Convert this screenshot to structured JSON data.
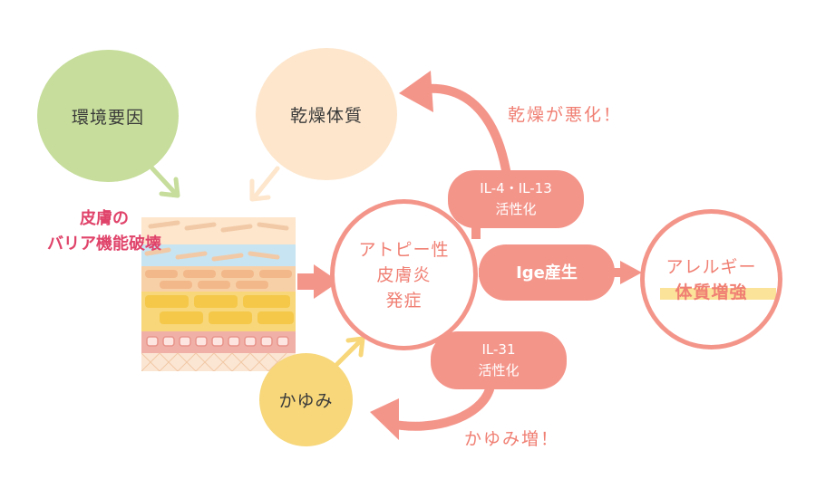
{
  "nodes": {
    "environment": "環境要因",
    "dry_skin": "乾燥体質",
    "itch": "かゆみ",
    "atopy": [
      "アトピー性",
      "皮膚炎",
      "発症"
    ],
    "allergy": [
      "アレルギー",
      "体質増強"
    ],
    "barrier": [
      "皮膚の",
      "バリア機能破壊"
    ]
  },
  "pills": {
    "il4": [
      "IL-4・IL-13",
      "活性化"
    ],
    "ige": "Ige産生",
    "il31": [
      "IL-31",
      "活性化"
    ]
  },
  "labels": {
    "dry_worse": "乾燥が悪化！",
    "itch_up": "かゆみ増！"
  },
  "colors": {
    "coral": "#f4958a",
    "coral_text": "#f07f73",
    "green": "#c6dd9b",
    "peach": "#fde6cc",
    "yellow": "#f7d77a",
    "barrier_red": "#e0436a",
    "highlight": "#fbe39a"
  }
}
